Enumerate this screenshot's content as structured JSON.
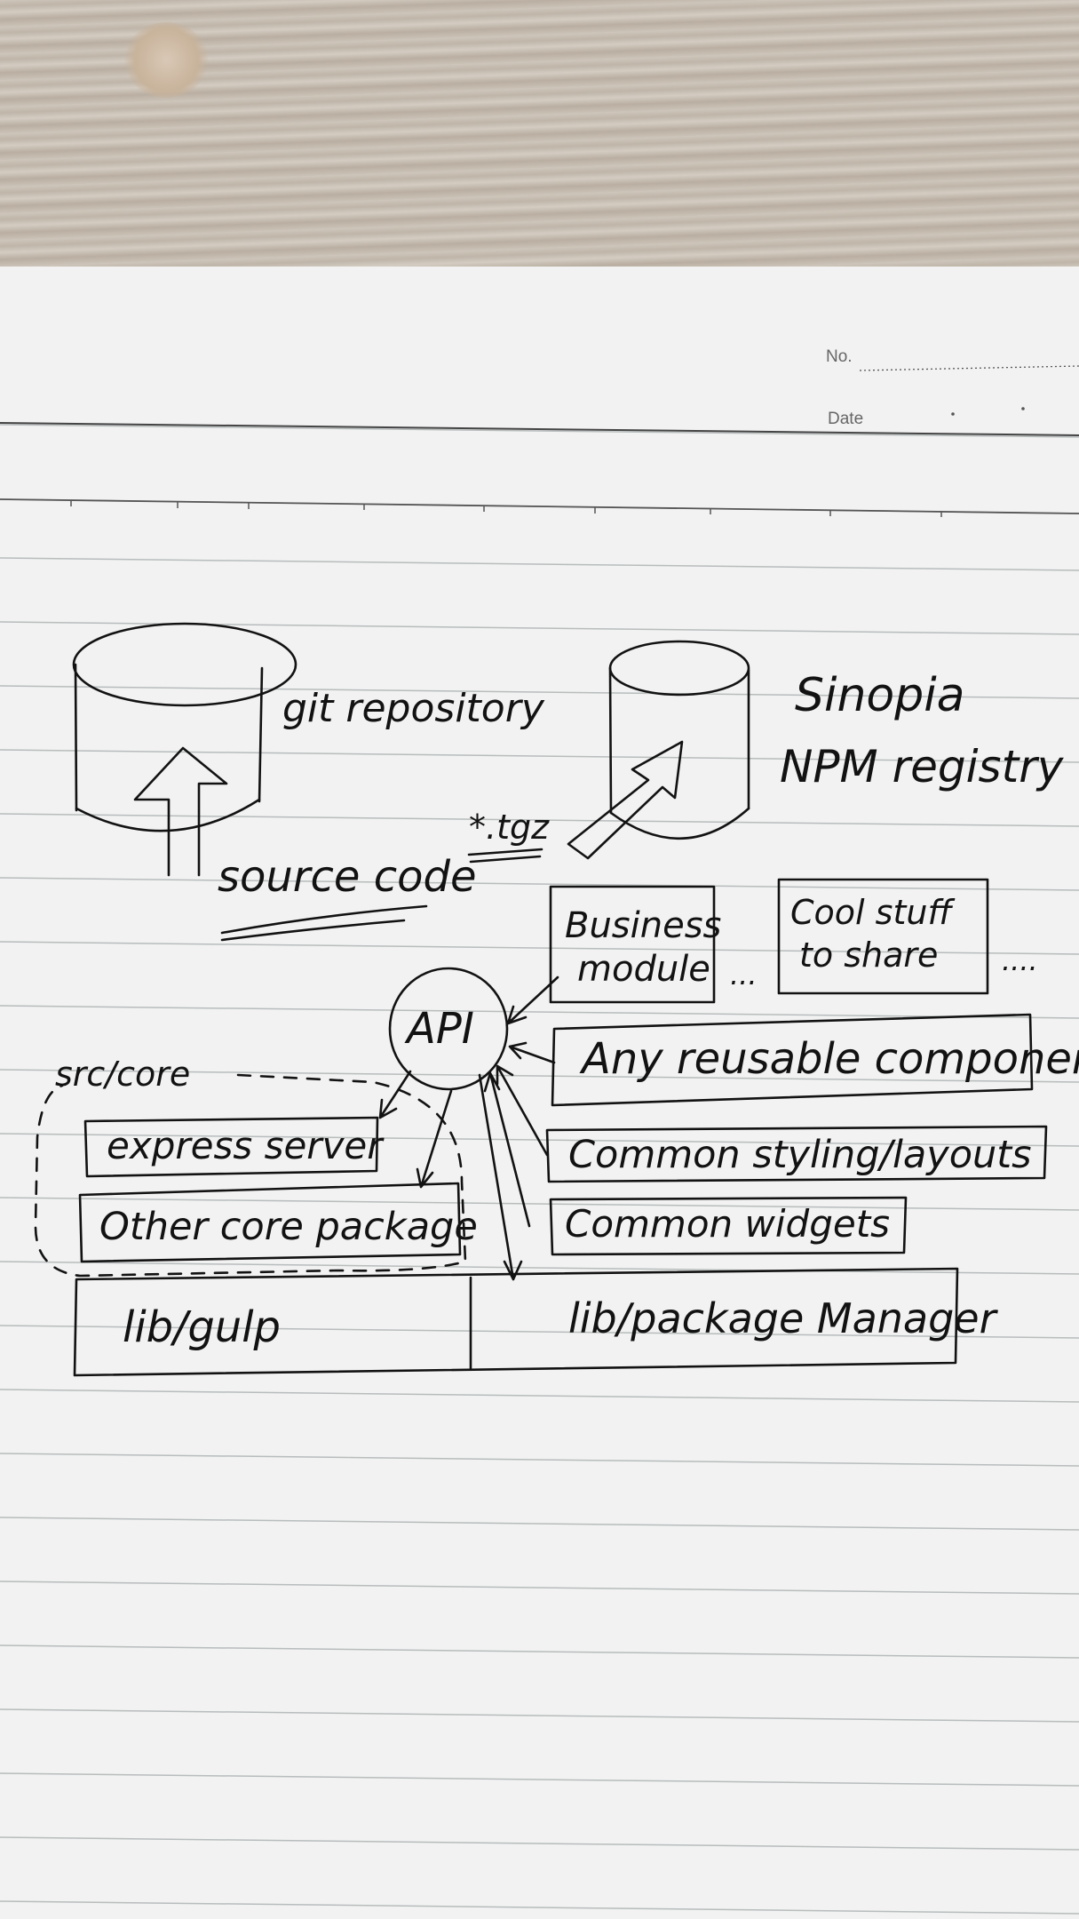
{
  "header": {
    "no_label": "No.",
    "date_label": "Date"
  },
  "diagram": {
    "git_repo": "git repository",
    "sinopia_line1": "Sinopia",
    "sinopia_line2": "NPM registry",
    "source_code": "source code",
    "tgz": "*.tgz",
    "business_line1": "Business",
    "business_line2": "module",
    "cool_line1": "Cool stuff",
    "cool_line2": "to share",
    "ellipsis1": "...",
    "ellipsis2": "....",
    "api": "API",
    "src_core": "src/core",
    "any_reusable": "Any reusable components",
    "express_server": "express server",
    "common_styling": "Common styling/layouts",
    "other_core": "Other core package",
    "common_widgets": "Common widgets",
    "lib_gulp": "lib/gulp",
    "lib_pm": "lib/package Manager"
  }
}
